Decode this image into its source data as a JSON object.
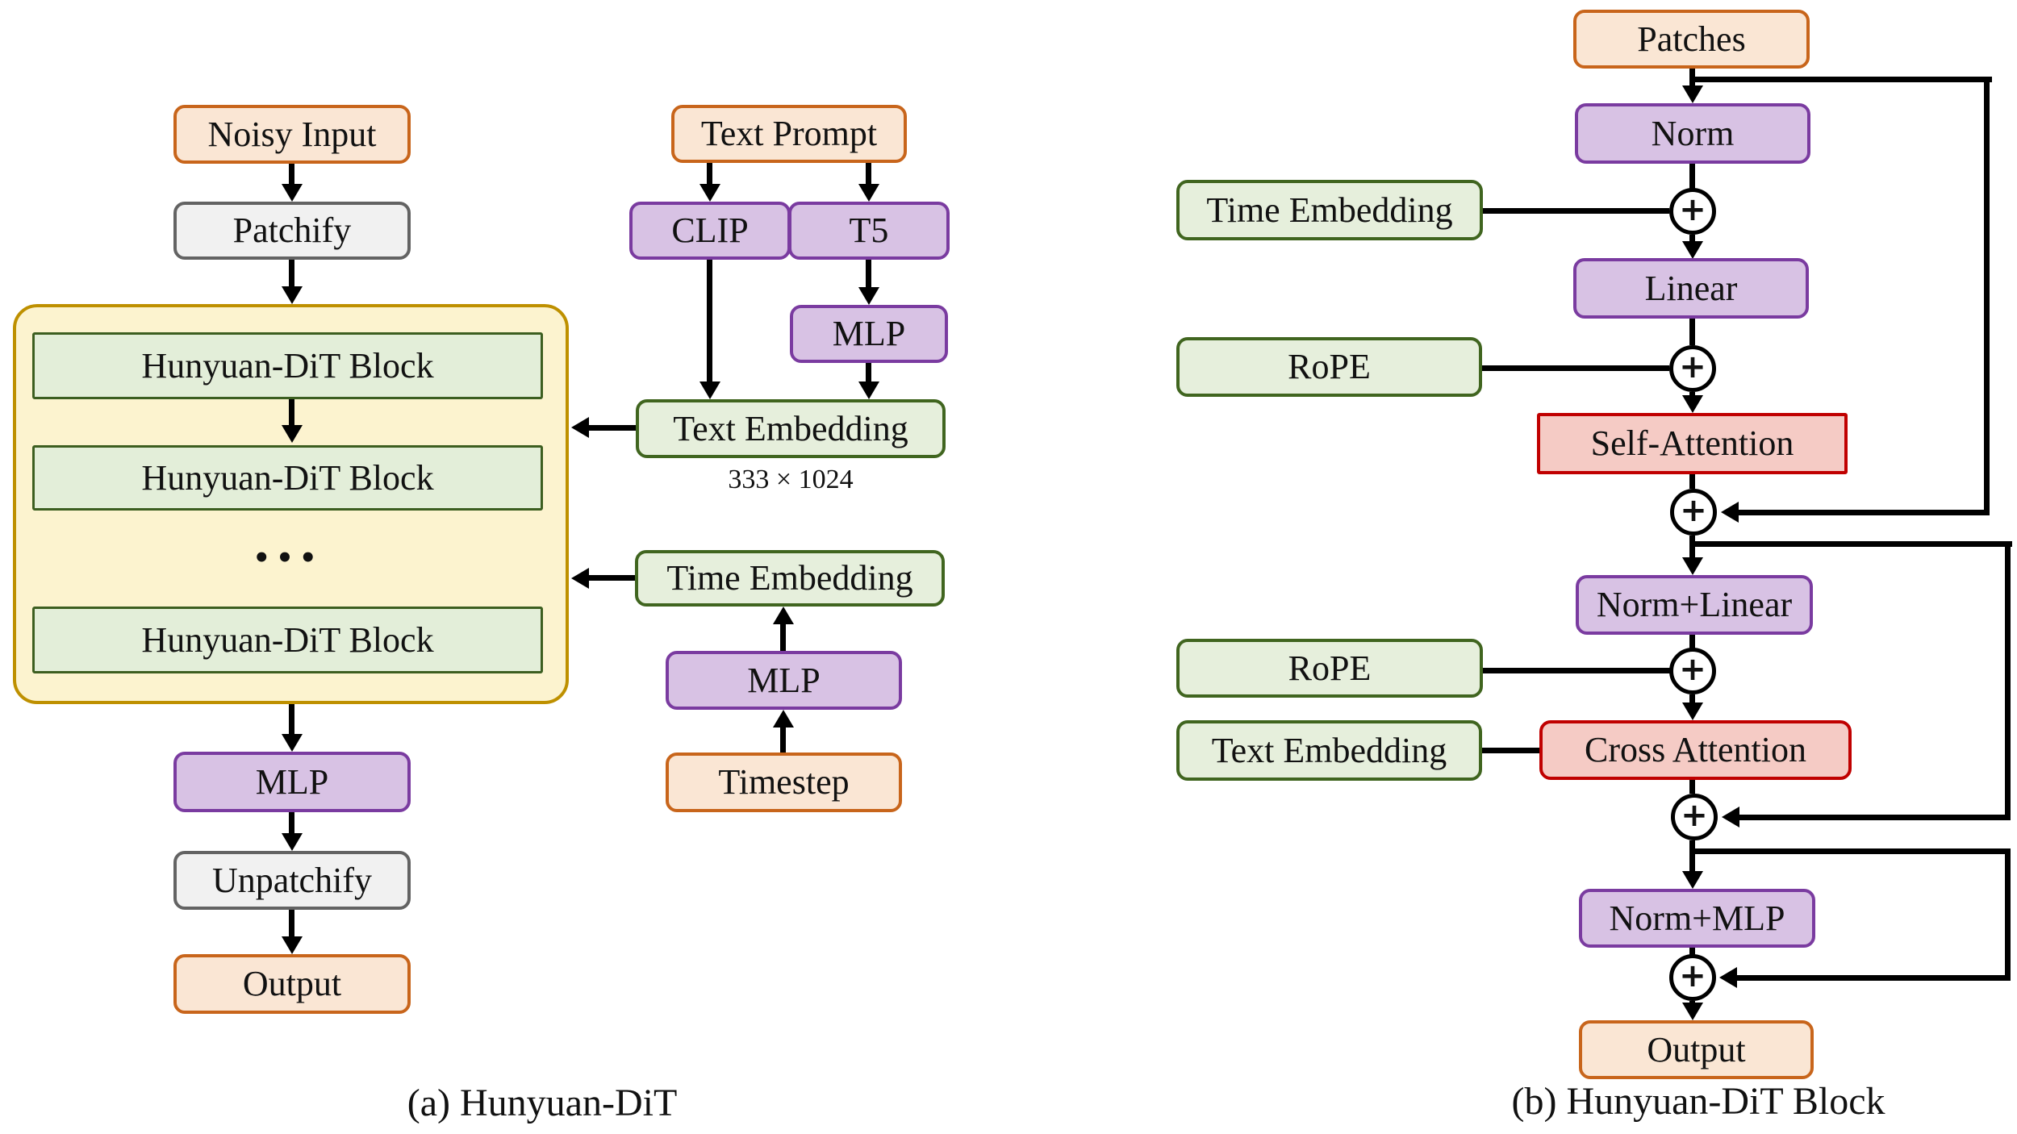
{
  "figure": {
    "panel_a": {
      "caption": "(a) Hunyuan-DiT",
      "nodes": {
        "noisy_input": "Noisy Input",
        "patchify": "Patchify",
        "block1": "Hunyuan-DiT Block",
        "block2": "Hunyuan-DiT Block",
        "dots": "•••",
        "block3": "Hunyuan-DiT Block",
        "mlp_out": "MLP",
        "unpatchify": "Unpatchify",
        "output": "Output",
        "text_prompt": "Text Prompt",
        "clip": "CLIP",
        "t5": "T5",
        "mlp_text": "MLP",
        "text_embedding": "Text Embedding",
        "text_embedding_dim": "333 × 1024",
        "time_embedding": "Time Embedding",
        "mlp_time": "MLP",
        "timestep": "Timestep"
      }
    },
    "panel_b": {
      "caption": "(b) Hunyuan-DiT Block",
      "nodes": {
        "patches": "Patches",
        "norm": "Norm",
        "time_embedding": "Time Embedding",
        "linear": "Linear",
        "rope1": "RoPE",
        "self_attention": "Self-Attention",
        "norm_linear": "Norm+Linear",
        "rope2": "RoPE",
        "cross_attention": "Cross Attention",
        "text_embedding": "Text Embedding",
        "norm_mlp": "Norm+MLP",
        "output": "Output",
        "plus": "+"
      }
    },
    "colors": {
      "orange_fill": "#FAE6D4",
      "orange_border": "#C8651B",
      "purple_fill": "#D8C2E4",
      "purple_border": "#7A3BA0",
      "green_fill": "#E6EFDC",
      "green_border": "#40651F",
      "green_block_fill": "#E3EED9",
      "green_block_border": "#3C5E20",
      "gray_fill": "#F1F1F1",
      "gray_border": "#636363",
      "yellow_fill": "#FCF3CF",
      "yellow_border": "#BE9000",
      "red_fill": "#F5CBC5",
      "red_border": "#C00000",
      "line": "#000000"
    }
  }
}
